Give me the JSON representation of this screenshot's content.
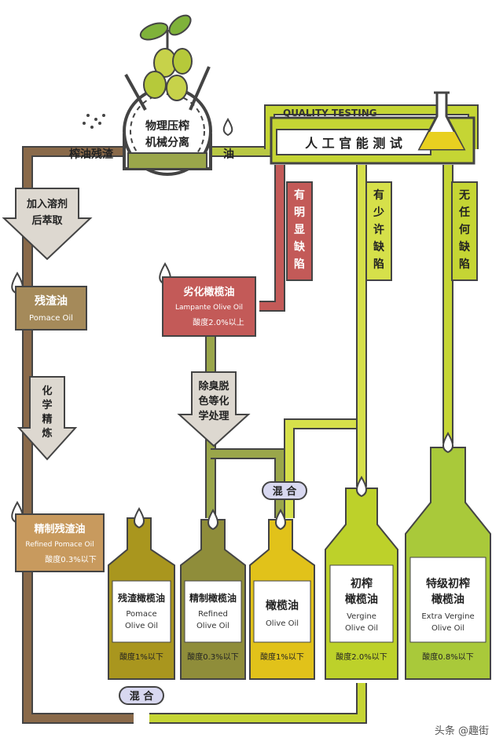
{
  "colors": {
    "pipe_brown": "#8a6a4a",
    "pipe_green_dark": "#9aa64a",
    "pipe_green": "#c5d534",
    "pipe_green_light": "#d6e04a",
    "pomace_box": "#a58a5a",
    "refined_pomace_box": "#c89a5e",
    "lampante_box": "#c35a58",
    "bottle_pomace": "#a9961e",
    "bottle_refined": "#8f8d3a",
    "bottle_olive": "#e1c21a",
    "bottle_vergine": "#bdd12a",
    "bottle_extra": "#a9c93a",
    "outline": "#444444"
  },
  "machine": {
    "line1": "物理压榨",
    "line2": "机械分离"
  },
  "labels": {
    "residue": "榨油残渣",
    "oil": "油",
    "solvent_line1": "加入溶剂",
    "solvent_line2": "后萃取",
    "chem_refine": [
      "化",
      "学",
      "精",
      "炼"
    ],
    "deodor_line1": "除臭脱",
    "deodor_line2": "色等化",
    "deodor_line3": "学处理",
    "defect_obvious": [
      "有",
      "明",
      "显",
      "缺",
      "陷"
    ],
    "defect_some": [
      "有",
      "少",
      "许",
      "缺",
      "陷"
    ],
    "defect_none": [
      "无",
      "任",
      "何",
      "缺",
      "陷"
    ],
    "mix1": "混 合",
    "mix2": "混 合"
  },
  "quality": {
    "title": "QUALITY TESTING",
    "subtitle": "人 工 官 能 测 试"
  },
  "boxes": {
    "pomace": {
      "cn": "残渣油",
      "en": "Pomace Oil"
    },
    "refined_pomace": {
      "cn": "精制残渣油",
      "en": "Refined Pomace Oil",
      "acid": "酸度0.3%以下"
    },
    "lampante": {
      "cn": "劣化橄榄油",
      "en": "Lampante Olive Oil",
      "acid": "酸度2.0%以上"
    }
  },
  "bottles": [
    {
      "cn": "残渣橄榄油",
      "en1": "Pomace",
      "en2": "Olive Oil",
      "acid": "酸度1%以下"
    },
    {
      "cn": "精制橄榄油",
      "en1": "Refined",
      "en2": "Olive Oil",
      "acid": "酸度0.3%以下"
    },
    {
      "cn": "橄榄油",
      "en1": "Olive Oil",
      "en2": "",
      "acid": "酸度1%以下"
    },
    {
      "cn": "初榨",
      "cn2": "橄榄油",
      "en1": "Vergine",
      "en2": "Olive Oil",
      "acid": "酸度2.0%以下"
    },
    {
      "cn": "特级初榨",
      "cn2": "橄榄油",
      "en1": "Extra Vergine",
      "en2": "Olive Oil",
      "acid": "酸度0.8%以下"
    }
  ],
  "watermark": "头条 @趣街"
}
